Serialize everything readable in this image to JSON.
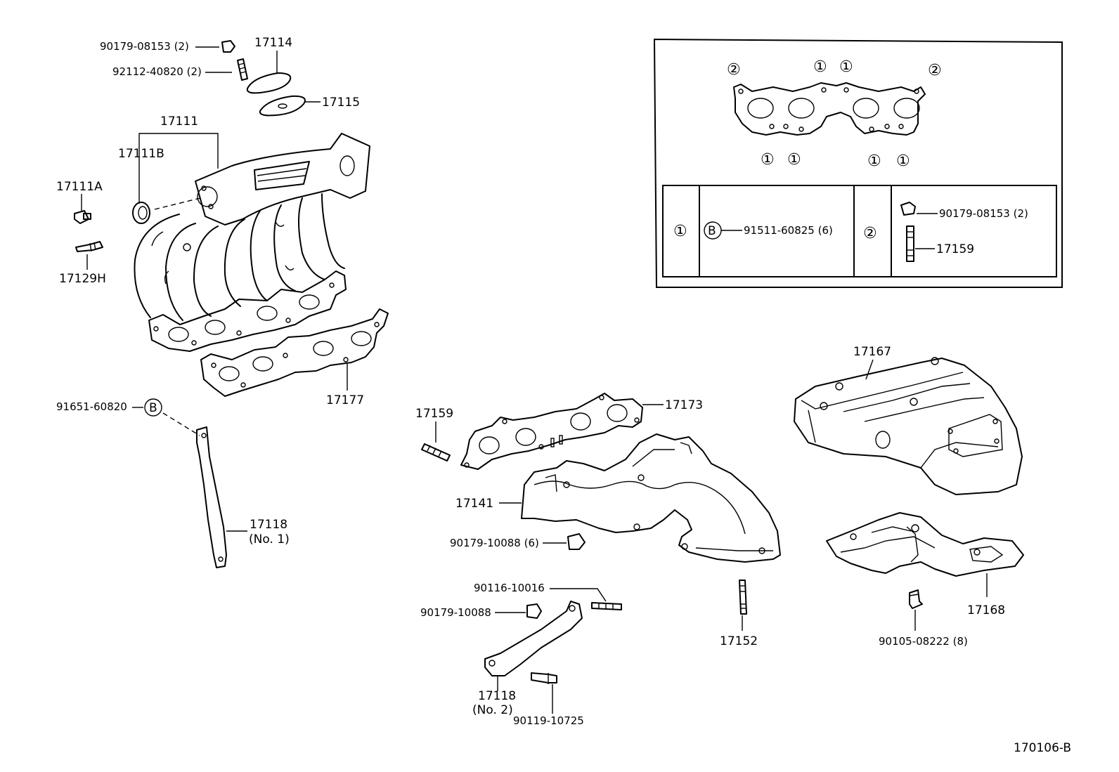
{
  "diagram_code": "170106-B",
  "labels": {
    "p90179_08153": "90179-08153 (2)",
    "p17114": "17114",
    "p92112_40820": "92112-40820 (2)",
    "p17115": "17115",
    "p17111": "17111",
    "p17111B": "17111B",
    "p17111A": "17111A",
    "p17129H": "17129H",
    "p17177": "17177",
    "p91651_60820": "91651-60820",
    "p17118_no1": "17118",
    "p17118_no1_sub": "(No. 1)",
    "p17159": "17159",
    "p17173": "17173",
    "p17141": "17141",
    "p90179_10088_6": "90179-10088 (6)",
    "p90116_10016": "90116-10016",
    "p90179_10088": "90179-10088",
    "p17118_no2": "17118",
    "p17118_no2_sub": "(No. 2)",
    "p90119_10725": "90119-10725",
    "p17152": "17152",
    "p17167": "17167",
    "p17168": "17168",
    "p90105_08222": "90105-08222 (8)"
  },
  "callout_marks": {
    "one": "①",
    "two": "②",
    "b": "B"
  },
  "inset": {
    "row1_part": "91511-60825 (6)",
    "row2_nut": "90179-08153 (2)",
    "row2_stud": "17159"
  }
}
